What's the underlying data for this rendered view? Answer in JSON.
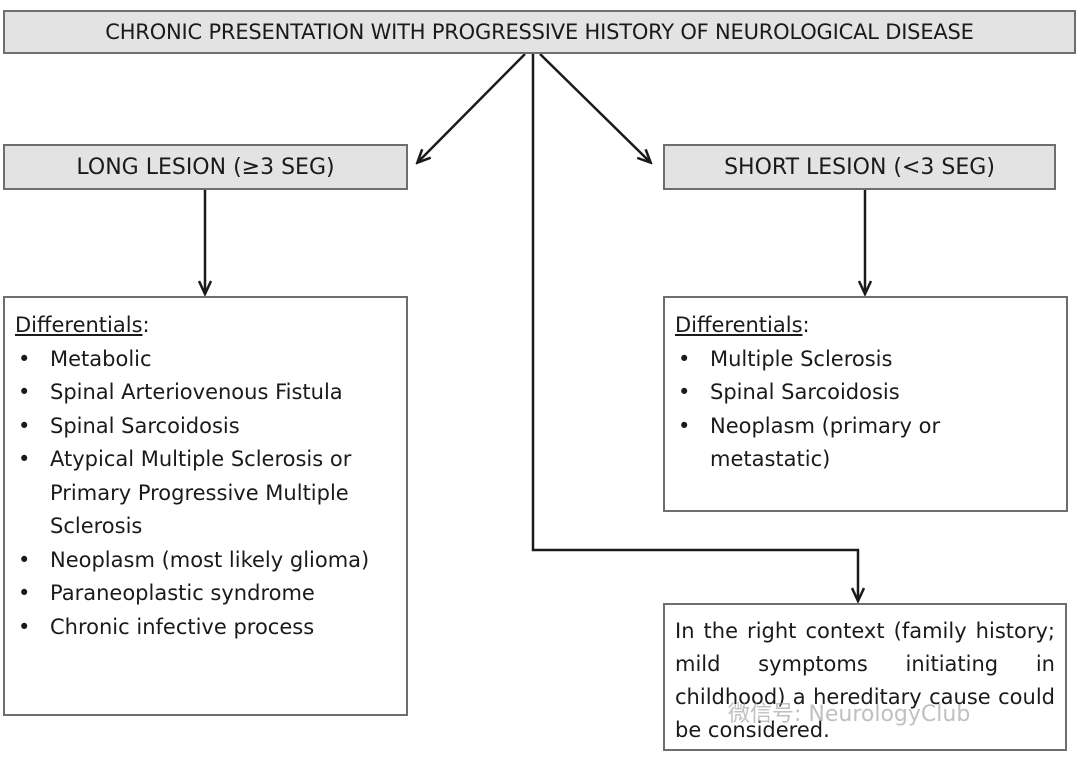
{
  "top_box": {
    "label": "CHRONIC PRESENTATION WITH PROGRESSIVE HISTORY OF NEUROLOGICAL DISEASE"
  },
  "long_lesion": {
    "label": "LONG LESION (≥3 SEG)",
    "differentials_title": "Differentials",
    "differentials_suffix": ":",
    "items": [
      "Metabolic",
      "Spinal Arteriovenous Fistula",
      "Spinal Sarcoidosis",
      "Atypical Multiple Sclerosis or Primary Progressive Multiple Sclerosis",
      "Neoplasm (most likely glioma)",
      "Paraneoplastic syndrome",
      "Chronic infective process"
    ]
  },
  "short_lesion": {
    "label": "SHORT LESION (<3 SEG)",
    "differentials_title": "Differentials",
    "differentials_suffix": ":",
    "items": [
      "Multiple Sclerosis",
      "Spinal Sarcoidosis",
      "Neoplasm (primary or metastatic)"
    ]
  },
  "context_box": {
    "text": "In the right context (family history; mild symptoms initiating in childhood) a hereditary cause could be considered."
  },
  "watermark": {
    "text": "微信号: NeurologyClub"
  },
  "colors": {
    "box_fill": "#e3e3e3",
    "border": "#6e6e6e",
    "arrow": "#1a1a1a"
  }
}
